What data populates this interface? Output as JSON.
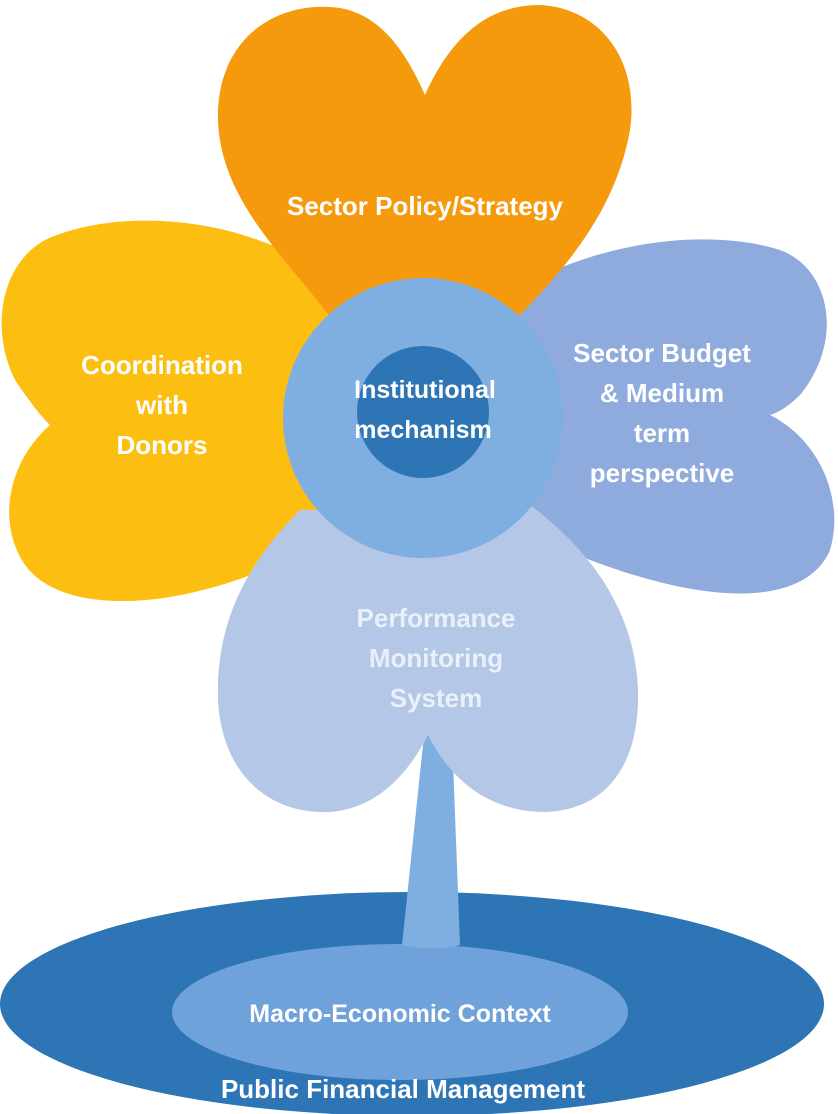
{
  "petals": {
    "top": {
      "label": "Sector Policy/Strategy",
      "color": "#F59A0C"
    },
    "left": {
      "label_lines": [
        "Coordination",
        "with",
        "Donors"
      ],
      "color": "#FDBE12"
    },
    "right": {
      "label_lines": [
        "Sector Budget",
        "& Medium",
        "term",
        "perspective"
      ],
      "color": "#8FAADC"
    },
    "bottom": {
      "label_lines": [
        "Performance",
        "Monitoring",
        "System"
      ],
      "color": "#B4C7E7"
    }
  },
  "center": {
    "label_lines": [
      "Institutional",
      "mechanism"
    ],
    "ring_color": "#7FAFE0",
    "core_color": "#2E75B6"
  },
  "stem": {
    "color": "#7FAFE0"
  },
  "base": {
    "outer_label": "Public Financial Management",
    "inner_label": "Macro-Economic Context",
    "outer_color": "#2E75B6",
    "inner_color": "#6FA1DB"
  }
}
